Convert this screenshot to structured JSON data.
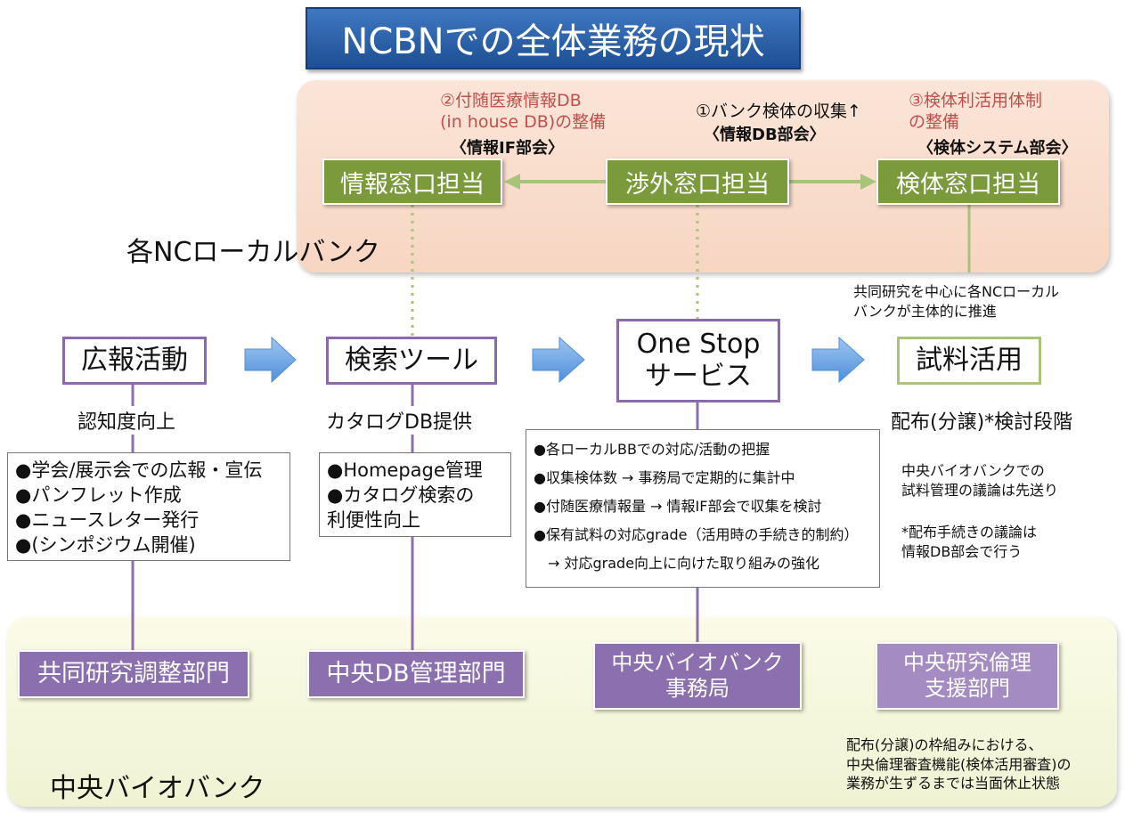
{
  "title": "NCBNでの全体業務の現状",
  "local_bank": {
    "label": "各NCローカルバンク",
    "goal2": "②付随医療情報DB\n(in house DB)の整備",
    "goal2_sub": "〈情報IF部会〉",
    "goal1": "①バンク検体の収集↑",
    "goal1_sub": "〈情報DB部会〉",
    "goal3": "③検体利活用体制\nの整備",
    "goal3_sub": "〈検体システム部会〉",
    "box_info": "情報窓口担当",
    "box_external": "渉外窓口担当",
    "box_specimen": "検体窓口担当",
    "joint_note": "共同研究を中心に各NCローカル\nバンクが主体的に推進"
  },
  "flow": {
    "pr": "広報活動",
    "search": "検索ツール",
    "onestop": "One Stop\nサービス",
    "sample": "試料活用",
    "pr_sub": "認知度向上",
    "search_sub": "カタログDB提供",
    "sample_sub": "配布(分譲)*検討段階"
  },
  "pr_list": [
    "●学会/展示会での広報・宣伝",
    "●パンフレット作成",
    "●ニュースレター発行",
    "●(シンポジウム開催)"
  ],
  "search_list": [
    "●Homepage管理",
    "●カタログ検索の",
    "利便性向上"
  ],
  "onestop_list": [
    "●各ローカルBBでの対応/活動の把握",
    "●収集検体数 → 事務局で定期的に集計中",
    "●付随医療情報量 → 情報IF部会で収集を検討",
    "●保有試料の対応grade（活用時の手続き的制約）",
    "　→ 対応grade向上に向けた取り組みの強化"
  ],
  "sample_notes": {
    "note1": "中央バイオバンクでの\n試料管理の議論は先送り",
    "note2": "*配布手続きの議論は\n情報DB部会で行う"
  },
  "central_bank": {
    "label": "中央バイオバンク",
    "dept_joint": "共同研究調整部門",
    "dept_db": "中央DB管理部門",
    "dept_office": "中央バイオバンク\n事務局",
    "dept_ethics": "中央研究倫理\n支援部門",
    "ethics_note": "配布(分譲)の枠組みにおける、\n中央倫理審査機能(検体活用審査)の\n業務が生ずるまでは当面休止状態"
  },
  "colors": {
    "green": "#7b9a3b",
    "purple": "#8b6fae",
    "blue_title": "#2a5ea8",
    "red_text": "#c0504d",
    "arrow_blue": "#6aa3e0"
  }
}
